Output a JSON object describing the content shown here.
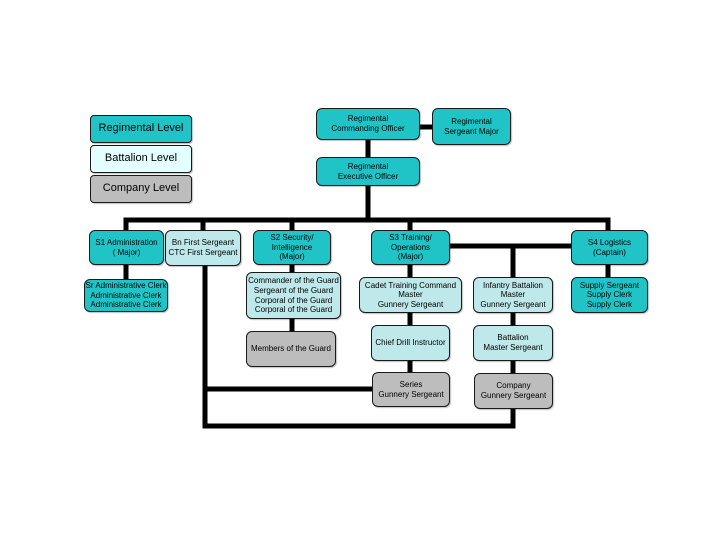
{
  "legend": {
    "regimental": "Regimental Level",
    "battalion": "Battalion Level",
    "company": "Company Level"
  },
  "colors": {
    "regimental": "#20c4c6",
    "battalion": "#bfe8ea",
    "company": "#bdbdbd",
    "connector": "#000000"
  },
  "nodes": {
    "rco": "Regimental\nCommanding Officer",
    "rsm": "Regimental\nSergeant Major",
    "rxo": "Regimental\nExecutive Officer",
    "s1": "S1 Administration\n( Major)",
    "bnfs": "Bn First  Sergeant\nCTC First Sergeant",
    "s2": "S2 Security/\nIntelligence\n(Major)",
    "s3": "S3 Training/\nOperations\n(Major)",
    "s4": "S4 Logistics\n(Captain)",
    "s1staff": "Sr Administrative Clerk\nAdministrative Clerk\nAdministrative Clerk",
    "s2staff": "Commander of the Guard\nSergeant of the Guard\nCorporal of the Guard\nCorporal of the Guard",
    "guard": "Members of the Guard",
    "ctcm": "Cadet Training Command\nMaster\nGunnery Sergeant",
    "cdi": "Chief Drill Instructor",
    "series": "Series\nGunnery Sergeant",
    "ibm": "Infantry Battalion\nMaster\nGunnery Sergeant",
    "bms": "Battalion\nMaster Sergeant",
    "cgs": "Company\nGunnery Sergeant",
    "s4staff": "Supply Sergeant\nSupply Clerk\nSupply Clerk"
  }
}
